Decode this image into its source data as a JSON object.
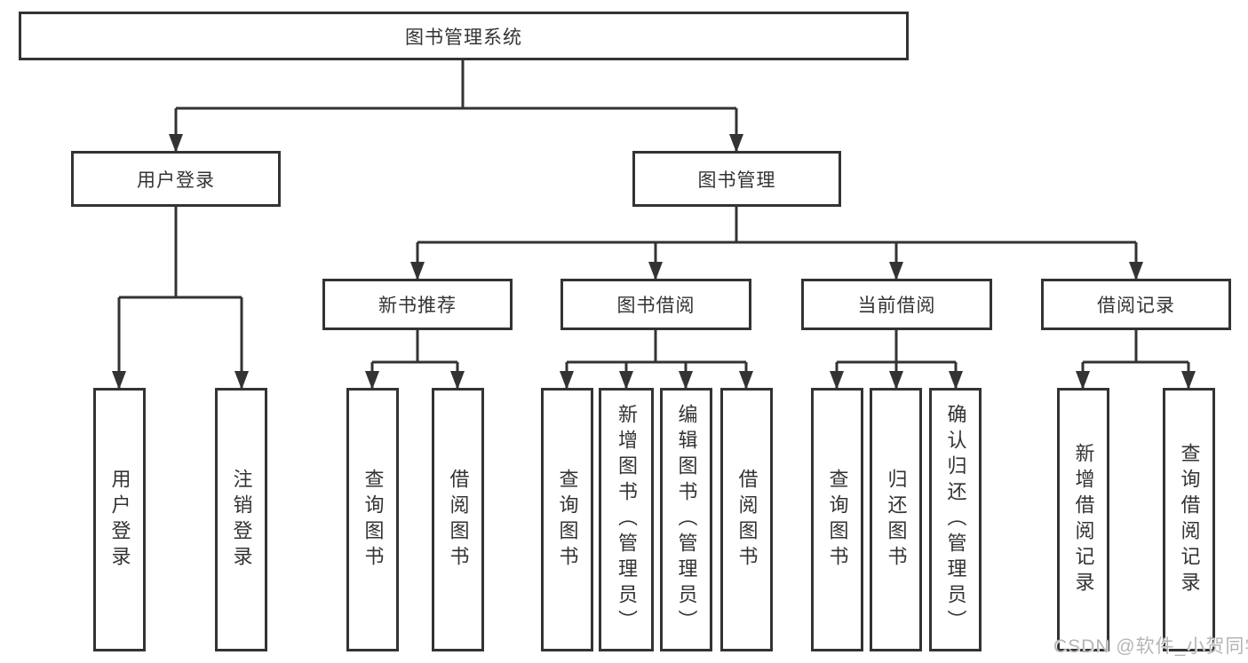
{
  "root": {
    "label": "图书管理系统"
  },
  "level2": {
    "user_login": {
      "label": "用户登录"
    },
    "book_mgmt": {
      "label": "图书管理"
    }
  },
  "level3": {
    "new_books": {
      "label": "新书推荐"
    },
    "book_borrow": {
      "label": "图书借阅"
    },
    "current_borrow": {
      "label": "当前借阅"
    },
    "borrow_records": {
      "label": "借阅记录"
    }
  },
  "leaves": {
    "user_login_leaf": {
      "label": "用户登录"
    },
    "logout_leaf": {
      "label": "注销登录"
    },
    "nb_query_books": {
      "label": "查询图书"
    },
    "nb_borrow_books": {
      "label": "借阅图书"
    },
    "bb_query_books": {
      "label": "查询图书"
    },
    "bb_add_books": {
      "label": "新增图书（管理员）"
    },
    "bb_edit_books": {
      "label": "编辑图书（管理员）"
    },
    "bb_borrow_books": {
      "label": "借阅图书"
    },
    "cb_query_books": {
      "label": "查询图书"
    },
    "cb_return_books": {
      "label": "归还图书"
    },
    "cb_confirm_return": {
      "label": "确认归还（管理员）"
    },
    "br_add_record": {
      "label": "新增借阅记录"
    },
    "br_query_record": {
      "label": "查询借阅记录"
    }
  },
  "watermark": {
    "text": "CSDN @软件_小贺同学",
    "color": "#b5b5b5"
  },
  "colors": {
    "line": "#333333",
    "text": "#333333",
    "watermark": "#b5b5b5",
    "background": "#ffffff"
  }
}
